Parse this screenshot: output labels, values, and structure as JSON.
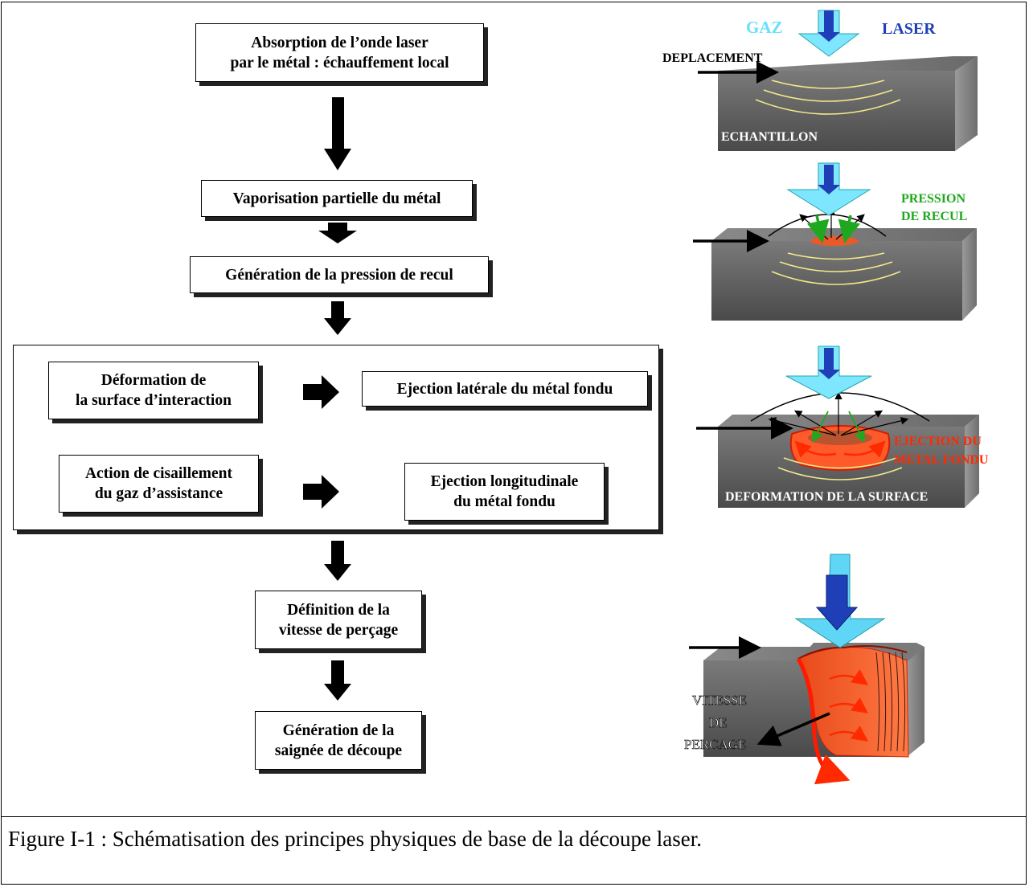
{
  "flow": {
    "absorption_1": "Absorption de l’onde laser",
    "absorption_2": "par le métal : échauffement local",
    "vaporisation": "Vaporisation partielle du métal",
    "pression": "Génération de la pression de recul",
    "deformation_1": "Déformation de",
    "deformation_2": "la surface d’interaction",
    "ejection_laterale": "Ejection latérale du métal fondu",
    "cisaillement_1": "Action de cisaillement",
    "cisaillement_2": "du gaz d’assistance",
    "ejection_longi_1": "Ejection longitudinale",
    "ejection_longi_2": "du métal fondu",
    "vitesse_1": "Définition de la",
    "vitesse_2": "vitesse de perçage",
    "saignee_1": "Génération de la",
    "saignee_2": "saignée de découpe"
  },
  "illustration": {
    "gaz": "GAZ",
    "laser": "LASER",
    "deplacement": "DEPLACEMENT",
    "echantillon": "ECHANTILLON",
    "pression_1": "PRESSION",
    "pression_2": "DE RECUL",
    "ejection_1": "EJECTION DU",
    "ejection_2": "METAL FONDU",
    "deformation_surface": "DEFORMATION DE LA SURFACE",
    "vitesse_1": "VITESSE",
    "vitesse_2": "DE",
    "vitesse_3": "PERCAGE"
  },
  "caption": "Figure I-1 : Schématisation des principes physiques de base de la découpe laser.",
  "colors": {
    "gas": "#66e0ff",
    "laser": "#1f3fb8",
    "recoil": "#1fa81f",
    "molten": "#ff2a00",
    "metal": "#707070"
  }
}
